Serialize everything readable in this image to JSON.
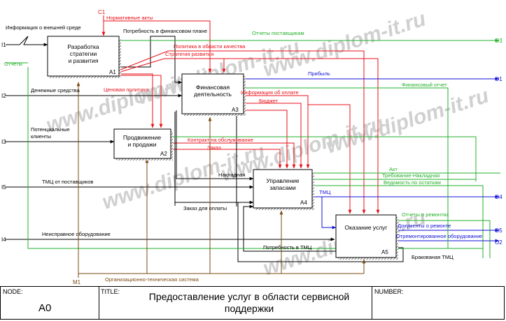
{
  "diagram": {
    "watermark": "www.diplom-it.ru",
    "boxes": [
      {
        "id": "A1",
        "label_lines": [
          "Разработка",
          "стратегии",
          "и развития"
        ]
      },
      {
        "id": "A3",
        "label_lines": [
          "Финансовая",
          "деятельность"
        ]
      },
      {
        "id": "A2",
        "label_lines": [
          "Продвижение",
          "и продажи"
        ]
      },
      {
        "id": "A4",
        "label_lines": [
          "Управление",
          "запасами"
        ]
      },
      {
        "id": "A5",
        "label_lines": [
          "Оказание услуг"
        ]
      }
    ],
    "inputs": {
      "i1_code": "I1",
      "i1_label": "Информация о внешней среде",
      "i2_code": "I2",
      "i2_label": "Денежные средства",
      "i3_code": "I3",
      "i3_label_1": "Потенциальные",
      "i3_label_2": "клиенты",
      "i5_code": "I5",
      "i5_label": "ТМЦ от поставщиков",
      "i4_code": "I4",
      "i4_label": "Неисправное оборудование"
    },
    "controls": {
      "c1_code": "C1",
      "c1_label": "Нормативные акты"
    },
    "mechanisms": {
      "m1_code": "M1",
      "m1_label": "Организационно-техническая система"
    },
    "outputs": {
      "o3": "O3",
      "o1": "O1",
      "o4": "O4",
      "o5": "O5",
      "o2": "O2",
      "reports": "Отчеты",
      "supplier_reports": "Отчеты поставщикам",
      "profit": "Прибыль",
      "financial_report": "Финансовый отчет",
      "tmc": "ТМЦ",
      "repair_reports": "Отчеты о ремонтах",
      "repair_docs": "Документы о ремонте",
      "repaired_equipment": "Отремонтированное оборудование"
    },
    "arrows": {
      "fin_plan_need": "Потребность в финансовом плане",
      "quality_policy": "Политика в области качества",
      "development_strategy": "Стратегия развития",
      "price_policy": "Ценовая политика",
      "payment_info": "Информация об оплате",
      "budget": "Бюджет",
      "service_contract": "Контракт на обслуживание",
      "order": "Заказ",
      "invoice": "Накладная",
      "payment_order": "Заказ для оплаты",
      "act": "Акт",
      "requirement_invoice": "Требование-Накладная",
      "balance_sheet": "Ведомость по остаткам",
      "tmc_need": "Потребность в ТМЦ",
      "defective_tmc": "Бракованая ТМЦ"
    }
  },
  "footer": {
    "node_label": "NODE:",
    "node_value": "A0",
    "title_label": "TITLE:",
    "title_line1": "Предоставление услуг в области  сервисной",
    "title_line2": "поддержки",
    "number_label": "NUMBER:"
  },
  "colors": {
    "black": "#000000",
    "red": "#e8101a",
    "green": "#22b02a",
    "blue": "#1010d8",
    "brown": "#7a4a12",
    "watermark": "#c8c8c8"
  }
}
